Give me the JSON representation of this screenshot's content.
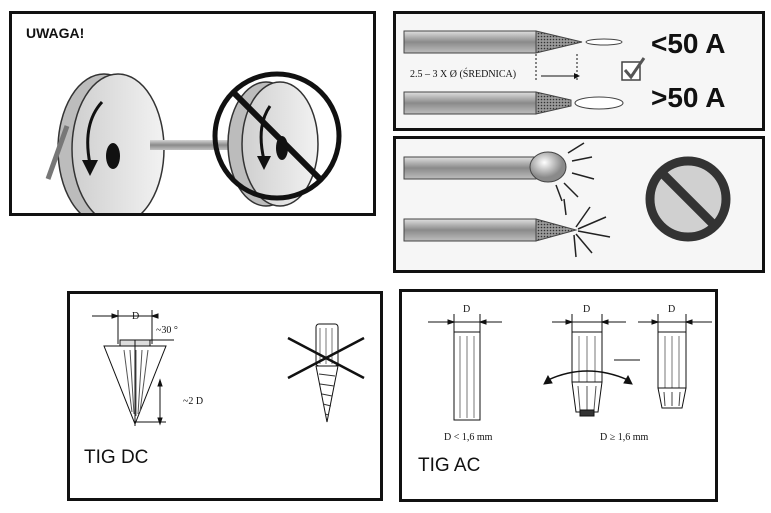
{
  "warning_panel": {
    "title": "UWAGA!"
  },
  "current_panel": {
    "low_current": "<50 A",
    "high_current": ">50 A",
    "sharpen_length": "2.5 – 3 X Ø (ŚREDNICA)",
    "icons": [
      "checkbox-checked-icon"
    ]
  },
  "ball_panel": {
    "icons": [
      "prohibited-icon"
    ]
  },
  "tig_dc_panel": {
    "title": "TIG DC",
    "diameter_label": "D",
    "angle_label": "~30 °",
    "length_label": "~2 D",
    "icons": [
      "cross-out-icon"
    ]
  },
  "tig_ac_panel": {
    "title": "TIG AC",
    "diameter_labels": [
      "D",
      "D",
      "D"
    ],
    "small_caption": "D < 1,6 mm",
    "large_caption": "D ≥ 1,6 mm"
  },
  "colors": {
    "border": "#111111",
    "panel_bg": "#f6f6f6",
    "electrode_gray": "#8a8a8a"
  }
}
